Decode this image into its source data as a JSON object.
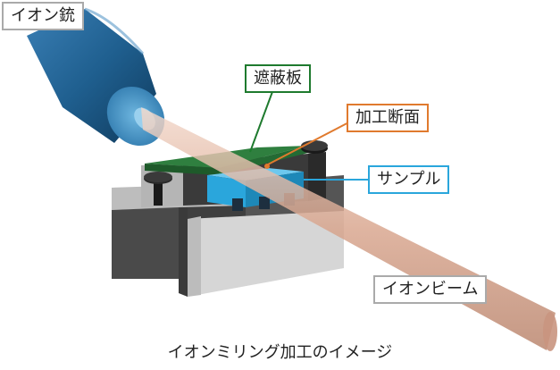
{
  "labels": {
    "ion_gun": "イオン銃",
    "shield_plate": "遮蔽板",
    "cross_section": "加工断面",
    "sample": "サンプル",
    "ion_beam": "イオンビーム"
  },
  "caption": "イオンミリング加工のイメージ",
  "colors": {
    "gun": "#1f5f8f",
    "beam": "#d9a590",
    "shield": "#2f7f3f",
    "sample": "#2aa6dc",
    "section_label": "#e07a2e",
    "shield_label": "#1e7a2e",
    "sample_label": "#2aa6dc",
    "neutral_label": "#aaaaaa"
  }
}
